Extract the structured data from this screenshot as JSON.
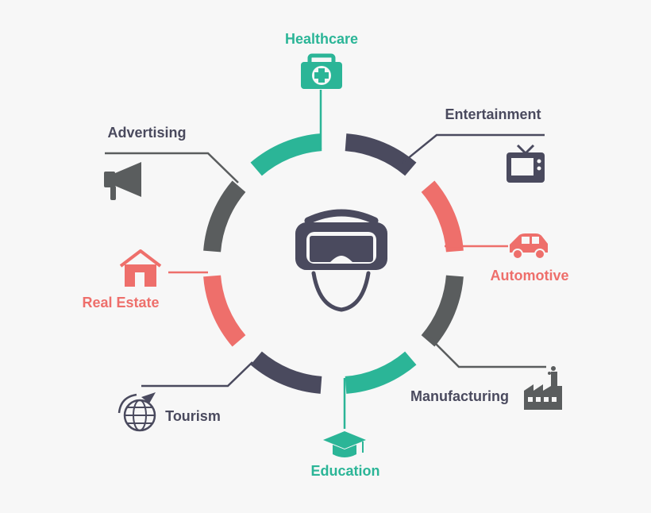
{
  "colors": {
    "background": "#f7f7f7",
    "teal": "#2bb597",
    "navy": "#4a4a5e",
    "coral": "#ee6f6b",
    "gray": "#5a5d5e"
  },
  "center": {
    "icon": "vr-headset-icon"
  },
  "sectors": [
    {
      "id": "healthcare",
      "label": "Healthcare",
      "color": "teal",
      "icon": "first-aid-kit-icon"
    },
    {
      "id": "entertainment",
      "label": "Entertainment",
      "color": "navy",
      "icon": "television-icon"
    },
    {
      "id": "automotive",
      "label": "Automotive",
      "color": "coral",
      "icon": "car-icon"
    },
    {
      "id": "manufacturing",
      "label": "Manufacturing",
      "color": "gray",
      "icon": "factory-icon"
    },
    {
      "id": "education",
      "label": "Education",
      "color": "teal",
      "icon": "graduation-cap-icon"
    },
    {
      "id": "tourism",
      "label": "Tourism",
      "color": "navy",
      "icon": "globe-plane-icon"
    },
    {
      "id": "real_estate",
      "label": "Real Estate",
      "color": "coral",
      "icon": "house-icon"
    },
    {
      "id": "advertising",
      "label": "Advertising",
      "color": "gray",
      "icon": "megaphone-icon"
    }
  ]
}
